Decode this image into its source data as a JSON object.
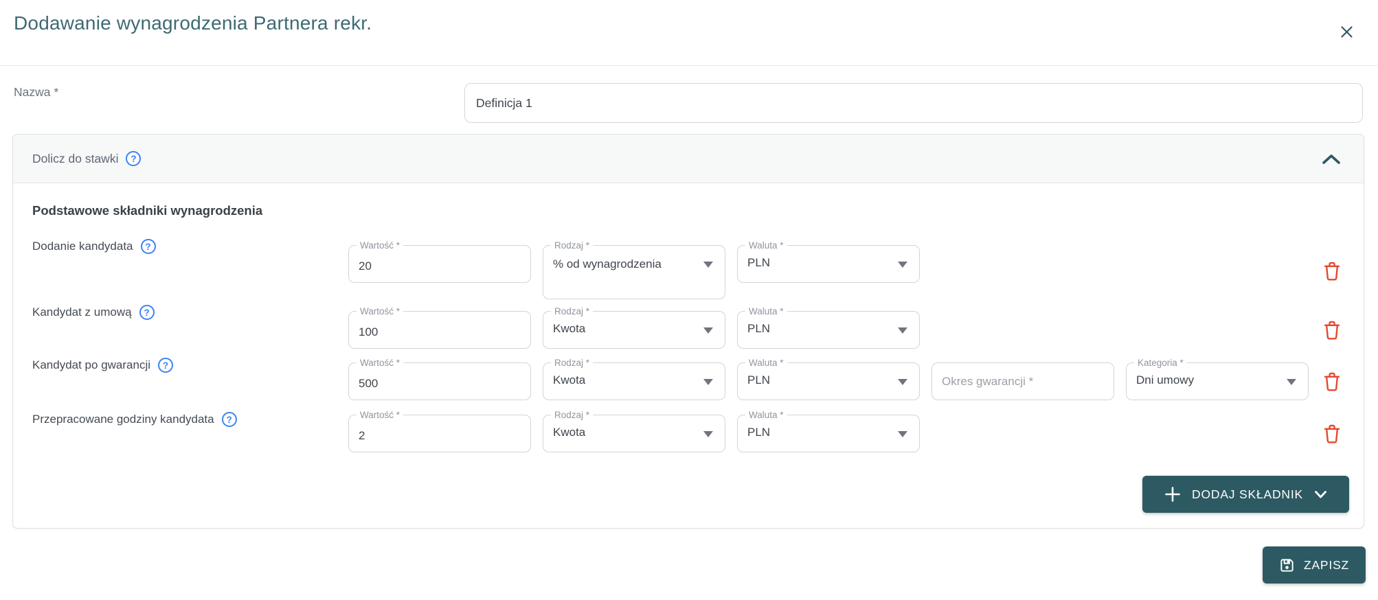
{
  "modal": {
    "title": "Dodawanie wynagrodzenia Partnera rekr."
  },
  "icons": {
    "help": "?"
  },
  "name_field": {
    "label": "Nazwa *",
    "value": "Definicja 1"
  },
  "panel": {
    "title": "Dolicz do stawki",
    "section_title": "Podstawowe składniki wynagrodzenia",
    "field_labels": {
      "wartosc": "Wartość *",
      "rodzaj": "Rodzaj *",
      "waluta": "Waluta *",
      "kategoria": "Kategoria *"
    },
    "rows": [
      {
        "label": "Dodanie kandydata",
        "wartosc": "20",
        "rodzaj": "% od wynagrodzenia",
        "waluta": "PLN"
      },
      {
        "label": "Kandydat z umową",
        "wartosc": "100",
        "rodzaj": "Kwota",
        "waluta": "PLN"
      },
      {
        "label": "Kandydat po gwarancji",
        "wartosc": "500",
        "rodzaj": "Kwota",
        "waluta": "PLN",
        "okres_placeholder": "Okres gwarancji *",
        "kategoria": "Dni umowy"
      },
      {
        "label": "Przepracowane godziny kandydata",
        "wartosc": "2",
        "rodzaj": "Kwota",
        "waluta": "PLN"
      }
    ],
    "add_button_label": "DODAJ SKŁADNIK"
  },
  "footer": {
    "save_button_label": "ZAPISZ"
  },
  "colors": {
    "accent_teal": "#2d5a62",
    "title_teal": "#3e6a72",
    "help_blue": "#3b82f6",
    "danger_red": "#e4492e",
    "panel_header_bg": "#f7f8f8"
  }
}
